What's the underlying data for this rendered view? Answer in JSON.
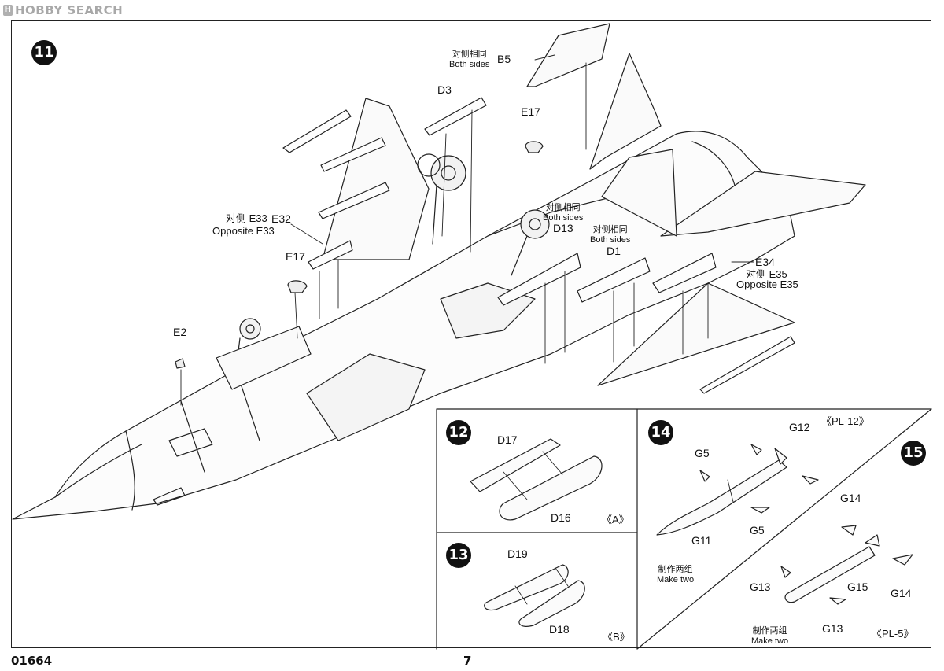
{
  "watermark": {
    "brand": "HOBBY SEARCH"
  },
  "steps": {
    "s11": "11",
    "s12": "12",
    "s13": "13",
    "s14": "14",
    "s15": "15"
  },
  "labels": {
    "b5": "B5",
    "d3": "D3",
    "e17_top": "E17",
    "e32": "E32",
    "e17_left": "E17",
    "e2": "E2",
    "d13": "D13",
    "d1": "D1",
    "e34": "E34",
    "d17": "D17",
    "d16": "D16",
    "d19": "D19",
    "d18": "D18",
    "g12": "G12",
    "g5_a": "G5",
    "g5_b": "G5",
    "g11": "G11",
    "g14_a": "G14",
    "g14_b": "G14",
    "g13_a": "G13",
    "g13_b": "G13",
    "g15": "G15"
  },
  "notes": {
    "both_sides_cn": "对侧相同",
    "both_sides_en": "Both sides",
    "opposite_cn": "对侧",
    "opposite_e33": "E33",
    "opposite_e33_en": "Opposite E33",
    "opposite_e35": "E35",
    "opposite_e35_en": "Opposite E35",
    "make_two_cn": "制作两组",
    "make_two_en": "Make two"
  },
  "variants": {
    "a": "《A》",
    "b": "《B》",
    "pl12": "《PL-12》",
    "pl5": "《PL-5》"
  },
  "footer": {
    "part_no": "01664",
    "page": "7"
  }
}
